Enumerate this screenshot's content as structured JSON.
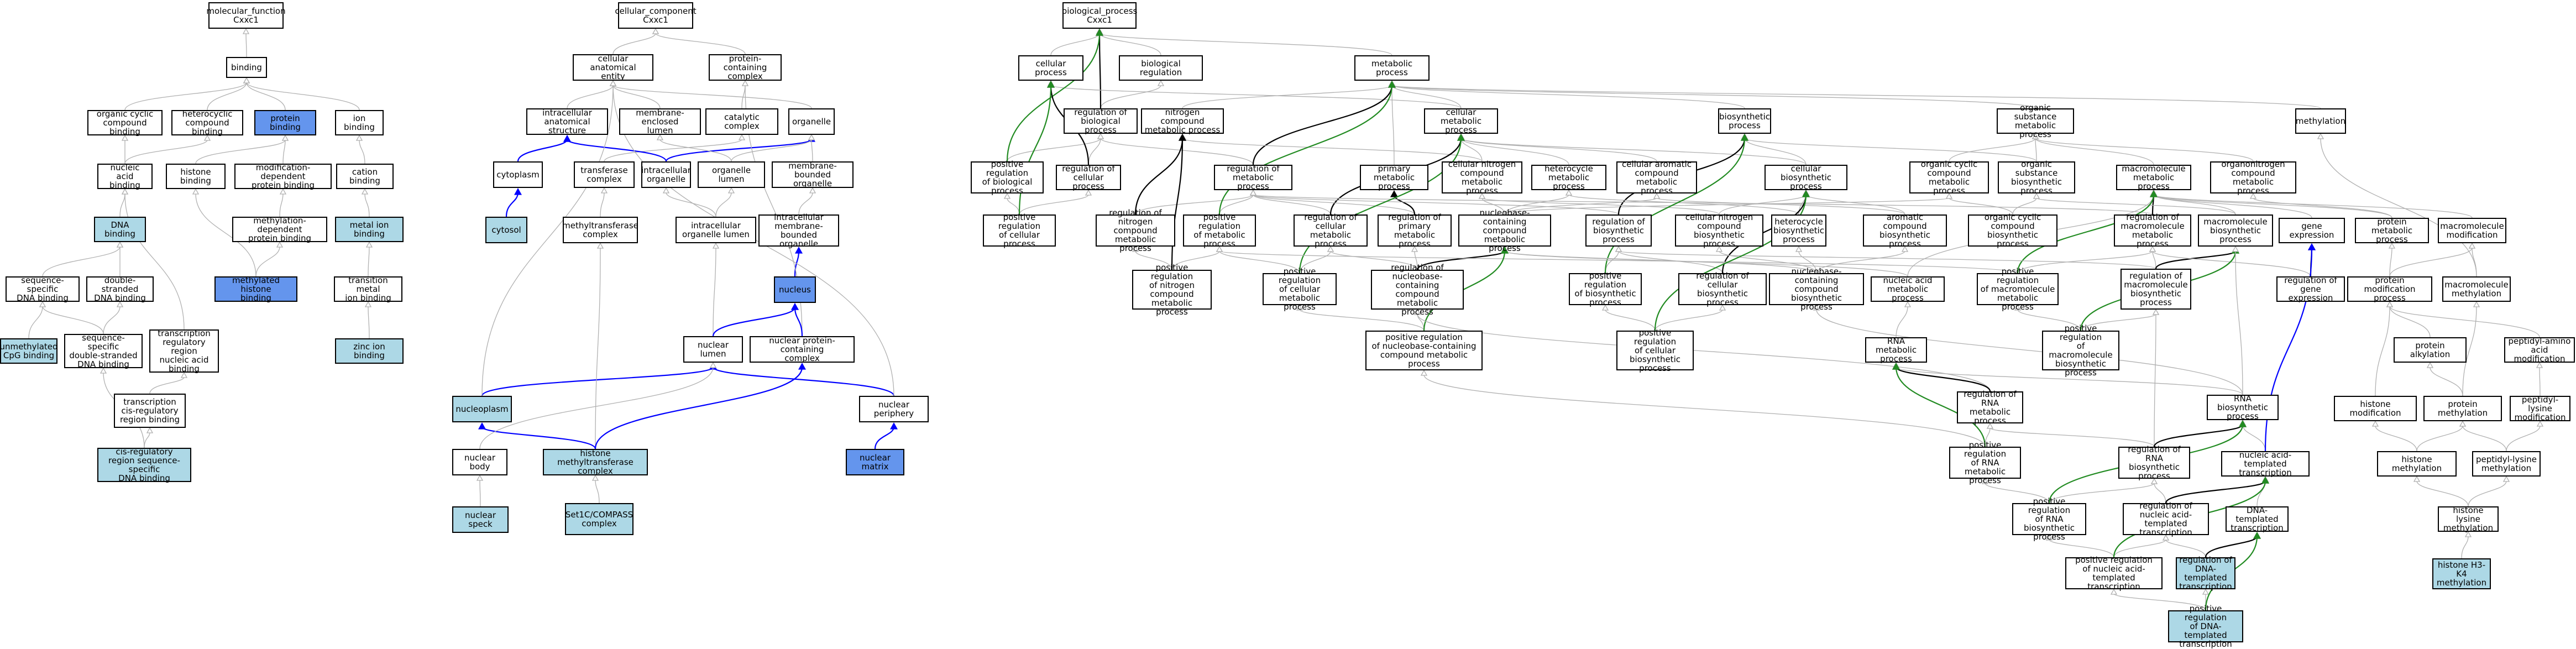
{
  "colors": {
    "light_blue": "#add8e6",
    "blue": "#6495ed",
    "green": "#228b22",
    "edge_blue": "#0000ff",
    "gray": "#b0b0b0",
    "black": "#000000"
  },
  "nodes": {
    "n_molecular_function": "molecular_function\nCxxc1",
    "n_binding": "binding",
    "n_organic_cyclic_compound_binding": "organic cyclic\ncompound binding",
    "n_heterocyclic_compound_binding": "heterocyclic\ncompound binding",
    "n_protein_binding": "protein binding",
    "n_ion_binding": "ion binding",
    "n_nucleic_acid_binding": "nucleic acid\nbinding",
    "n_histone_binding": "histone binding",
    "n_modification_dependent_protein_binding": "modification-dependent\nprotein binding",
    "n_cation_binding": "cation binding",
    "n_dna_binding": "DNA binding",
    "n_methylation_dependent_protein_binding": "methylation-dependent\nprotein binding",
    "n_metal_ion_binding": "metal ion binding",
    "n_sequence_specific_dna_binding": "sequence-specific\nDNA binding",
    "n_double_stranded_dna_binding": "double-stranded\nDNA binding",
    "n_methylated_histone_binding": "methylated histone\nbinding",
    "n_transition_metal_ion_binding": "transition metal\nion binding",
    "n_unmethylated_cpg_binding": "unmethylated\nCpG binding",
    "n_sequence_specific_ds_dna_binding": "sequence-specific\ndouble-stranded\nDNA binding",
    "n_transcription_regulatory_region_binding": "transcription\nregulatory region\nnucleic acid\nbinding",
    "n_zinc_ion_binding": "zinc ion binding",
    "n_transcription_cis_regulatory_region_binding": "transcription\ncis-regulatory\nregion binding",
    "n_cis_regulatory_region_seq_specific_dna_binding": "cis-regulatory\nregion sequence-specific\nDNA binding",
    "n_cellular_component": "cellular_component\nCxxc1",
    "n_cellular_anatomical_entity": "cellular anatomical\nentity",
    "n_protein_containing_complex": "protein-containing\ncomplex",
    "n_intracellular_anatomical_structure": "intracellular\nanatomical structure",
    "n_membrane_enclosed_lumen": "membrane-enclosed\nlumen",
    "n_catalytic_complex": "catalytic complex",
    "n_organelle": "organelle",
    "n_cytoplasm": "cytoplasm",
    "n_transferase_complex": "transferase\ncomplex",
    "n_intracellular_organelle": "intracellular\norganelle",
    "n_organelle_lumen": "organelle lumen",
    "n_membrane_bounded_organelle": "membrane-bounded\norganelle",
    "n_cytosol": "cytosol",
    "n_methyltransferase_complex": "methyltransferase\ncomplex",
    "n_intracellular_organelle_lumen": "intracellular\norganelle lumen",
    "n_intracellular_membrane_bounded_organelle": "intracellular\nmembrane-bounded\norganelle",
    "n_nucleus": "nucleus",
    "n_nuclear_lumen": "nuclear lumen",
    "n_nuclear_protein_containing_complex": "nuclear protein-containing\ncomplex",
    "n_nucleoplasm": "nucleoplasm",
    "n_histone_methyltransferase_complex": "histone methyltransferase\ncomplex",
    "n_nuclear_periphery": "nuclear periphery",
    "n_nuclear_body": "nuclear body",
    "n_nuclear_matrix": "nuclear matrix",
    "n_nuclear_speck": "nuclear speck",
    "n_set1c_compass_complex": "Set1C/COMPASS\ncomplex",
    "n_biological_process": "biological_process\nCxxc1",
    "n_cellular_process": "cellular process",
    "n_biological_regulation": "biological regulation",
    "n_metabolic_process": "metabolic process",
    "n_regulation_of_biological_process": "regulation of\nbiological process",
    "n_nitrogen_compound_metabolic_process": "nitrogen compound\nmetabolic process",
    "n_cellular_metabolic_process": "cellular metabolic\nprocess",
    "n_biosynthetic_process": "biosynthetic\nprocess",
    "n_organic_substance_metabolic_process": "organic substance\nmetabolic process",
    "n_methylation": "methylation",
    "n_positive_regulation_of_biological_process": "positive regulation\nof biological\nprocess",
    "n_regulation_of_cellular_process": "regulation of\ncellular process",
    "n_regulation_of_metabolic_process": "regulation of\nmetabolic process",
    "n_primary_metabolic_process": "primary metabolic\nprocess",
    "n_cellular_nitrogen_compound_metabolic_process": "cellular nitrogen\ncompound metabolic\nprocess",
    "n_heterocycle_metabolic_process": "heterocycle\nmetabolic process",
    "n_cellular_aromatic_compound_metabolic_process": "cellular aromatic\ncompound metabolic\nprocess",
    "n_cellular_biosynthetic_process": "cellular biosynthetic\nprocess",
    "n_organic_cyclic_compound_metabolic_process": "organic cyclic\ncompound metabolic\nprocess",
    "n_organic_substance_biosynthetic_process": "organic substance\nbiosynthetic\nprocess",
    "n_macromolecule_metabolic_process": "macromolecule\nmetabolic process",
    "n_organonitrogen_compound_metabolic_process": "organonitrogen\ncompound metabolic\nprocess",
    "n_positive_regulation_of_cellular_process": "positive regulation\nof cellular\nprocess",
    "n_regulation_of_nitrogen_compound_metabolic_process": "regulation of\nnitrogen compound\nmetabolic process",
    "n_positive_regulation_of_metabolic_process": "positive regulation\nof metabolic\nprocess",
    "n_regulation_of_cellular_metabolic_process": "regulation of\ncellular metabolic\nprocess",
    "n_regulation_of_primary_metabolic_process": "regulation of\nprimary metabolic\nprocess",
    "n_nucleobase_containing_compound_metabolic_process": "nucleobase-containing\ncompound metabolic\nprocess",
    "n_regulation_of_biosynthetic_process": "regulation of\nbiosynthetic\nprocess",
    "n_cellular_nitrogen_compound_biosynthetic_process": "cellular nitrogen\ncompound biosynthetic\nprocess",
    "n_heterocycle_biosynthetic_process": "heterocycle\nbiosynthetic\nprocess",
    "n_aromatic_compound_biosynthetic_process": "aromatic compound\nbiosynthetic\nprocess",
    "n_organic_cyclic_compound_biosynthetic_process": "organic cyclic\ncompound biosynthetic\nprocess",
    "n_regulation_of_macromolecule_metabolic_process": "regulation of\nmacromolecule\nmetabolic process",
    "n_macromolecule_biosynthetic_process": "macromolecule\nbiosynthetic\nprocess",
    "n_gene_expression": "gene expression",
    "n_protein_metabolic_process": "protein metabolic\nprocess",
    "n_macromolecule_modification": "macromolecule\nmodification",
    "n_positive_regulation_of_nitrogen_compound_metabolic_process": "positive regulation\nof nitrogen\ncompound metabolic\nprocess",
    "n_positive_regulation_of_cellular_metabolic_process": "positive regulation\nof cellular\nmetabolic process",
    "n_regulation_of_nucleobase_containing_compound_metabolic_process": "regulation of\nnucleobase-containing\ncompound metabolic\nprocess",
    "n_positive_regulation_of_biosynthetic_process": "positive regulation\nof biosynthetic\nprocess",
    "n_regulation_of_cellular_biosynthetic_process": "regulation of\ncellular biosynthetic\nprocess",
    "n_nucleobase_containing_compound_biosynthetic_process": "nucleobase-containing\ncompound biosynthetic\nprocess",
    "n_nucleic_acid_metabolic_process": "nucleic acid\nmetabolic process",
    "n_positive_regulation_of_macromolecule_metabolic_process": "positive regulation\nof macromolecule\nmetabolic process",
    "n_regulation_of_macromolecule_biosynthetic_process": "regulation of\nmacromolecule\nbiosynthetic\nprocess",
    "n_regulation_of_gene_expression": "regulation of\ngene expression",
    "n_protein_modification_process": "protein modification\nprocess",
    "n_macromolecule_methylation": "macromolecule\nmethylation",
    "n_positive_regulation_of_nucleobase_containing_compound_metabolic_process": "positive regulation\nof nucleobase-containing\ncompound metabolic\nprocess",
    "n_positive_regulation_of_cellular_biosynthetic_process": "positive regulation\nof cellular\nbiosynthetic\nprocess",
    "n_positive_regulation_of_macromolecule_biosynthetic_process": "positive regulation\nof macromolecule\nbiosynthetic\nprocess",
    "n_rna_metabolic_process": "RNA metabolic\nprocess",
    "n_protein_alkylation": "protein alkylation",
    "n_peptidyl_amino_acid_modification": "peptidyl-amino\nacid modification",
    "n_regulation_of_rna_metabolic_process": "regulation of\nRNA metabolic\nprocess",
    "n_rna_biosynthetic_process": "RNA biosynthetic\nprocess",
    "n_histone_modification": "histone modification",
    "n_protein_methylation": "protein methylation",
    "n_peptidyl_lysine_modification": "peptidyl-lysine\nmodification",
    "n_positive_regulation_of_rna_metabolic_process": "positive regulation\nof RNA metabolic\nprocess",
    "n_regulation_of_rna_biosynthetic_process": "regulation of\nRNA biosynthetic\nprocess",
    "n_nucleic_acid_templated_transcription": "nucleic acid-templated\ntranscription",
    "n_histone_methylation": "histone methylation",
    "n_peptidyl_lysine_methylation": "peptidyl-lysine\nmethylation",
    "n_positive_regulation_of_rna_biosynthetic_process": "positive regulation\nof RNA biosynthetic\nprocess",
    "n_regulation_of_nucleic_acid_templated_transcription": "regulation of\nnucleic acid-templated\ntranscription",
    "n_dna_templated_transcription": "DNA-templated\ntranscription",
    "n_histone_lysine_methylation": "histone lysine\nmethylation",
    "n_positive_regulation_of_nucleic_acid_templated_transcription": "positive regulation\nof nucleic acid-templated\ntranscription",
    "n_regulation_of_dna_templated_transcription": "regulation of\nDNA-templated\ntranscription",
    "n_histone_h3_k4_methylation": "histone H3-K4\nmethylation",
    "n_positive_regulation_of_dna_templated_transcription": "positive regulation\nof DNA-templated\ntranscription"
  }
}
